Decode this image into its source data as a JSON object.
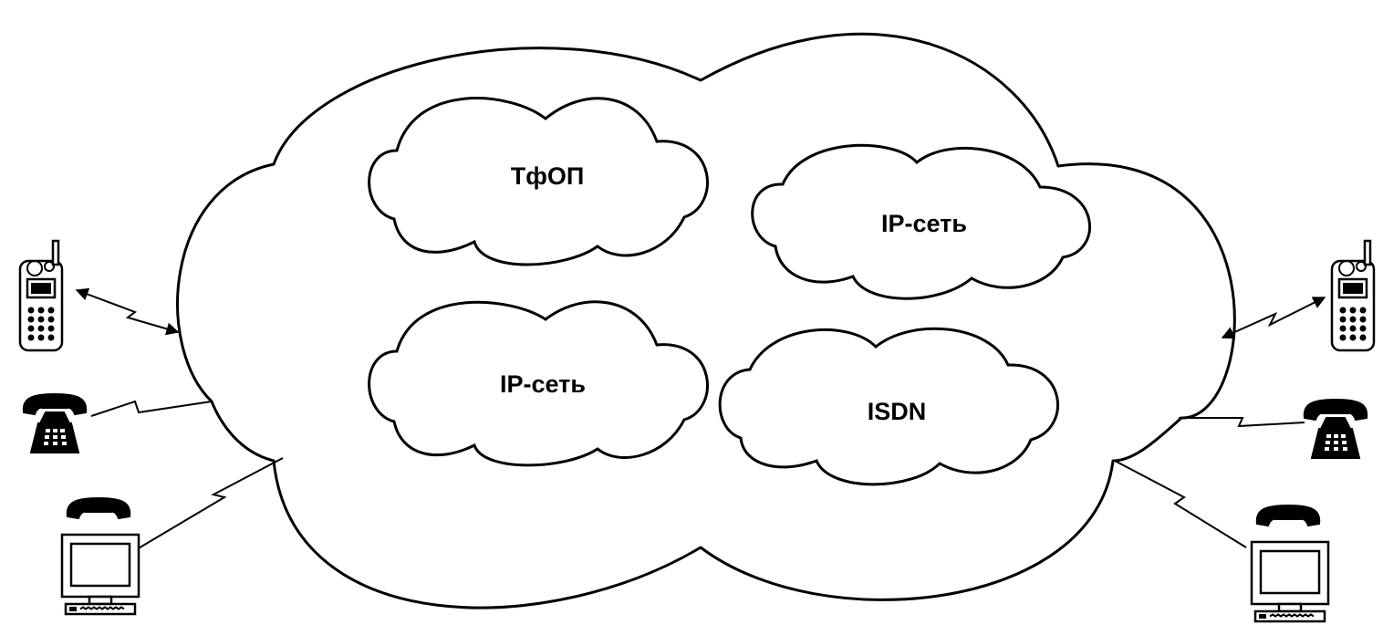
{
  "clouds": [
    {
      "id": "pstn",
      "label": "ТфОП"
    },
    {
      "id": "ip-top",
      "label": "IP-сеть"
    },
    {
      "id": "ip-bottom",
      "label": "IP-сеть"
    },
    {
      "id": "isdn",
      "label": "ISDN"
    }
  ],
  "terminals": {
    "left": [
      "mobile-phone",
      "desk-phone",
      "computer-with-phone"
    ],
    "right": [
      "mobile-phone",
      "desk-phone",
      "computer-with-phone"
    ]
  },
  "colors": {
    "line": "#000000",
    "background": "#ffffff"
  }
}
